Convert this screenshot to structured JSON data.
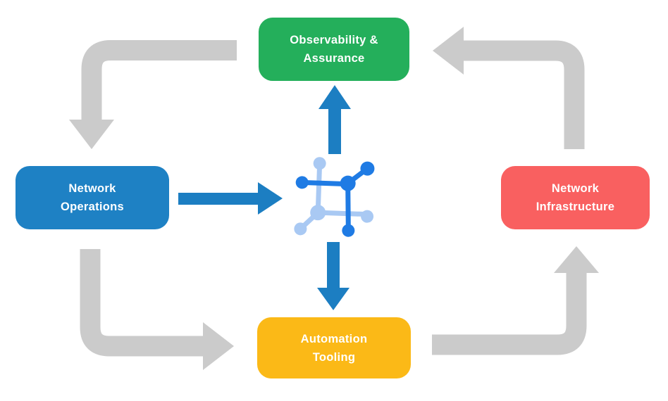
{
  "diagram": {
    "nodes": [
      {
        "id": "observability-assurance",
        "label": "Observability &\nAssurance",
        "color": "#24AF5B"
      },
      {
        "id": "network-operations",
        "label": "Network\nOperations",
        "color": "#1E81C4"
      },
      {
        "id": "network-infrastructure",
        "label": "Network\nInfrastructure",
        "color": "#F96060"
      },
      {
        "id": "automation-tooling",
        "label": "Automation\nTooling",
        "color": "#FBB917"
      }
    ],
    "center_icon": {
      "name": "network-mesh-icon",
      "primary_color": "#1F7BE4",
      "secondary_color": "#A9C9F3"
    },
    "edges": [
      {
        "from": "observability-assurance",
        "to": "network-operations",
        "style": "gray-elbow"
      },
      {
        "from": "network-operations",
        "to": "automation-tooling",
        "style": "gray-elbow"
      },
      {
        "from": "automation-tooling",
        "to": "network-infrastructure",
        "style": "gray-elbow"
      },
      {
        "from": "network-infrastructure",
        "to": "observability-assurance",
        "style": "gray-elbow"
      },
      {
        "from": "network-operations",
        "to": "center-icon",
        "style": "blue-straight"
      },
      {
        "from": "center-icon",
        "to": "observability-assurance",
        "style": "blue-straight"
      },
      {
        "from": "center-icon",
        "to": "automation-tooling",
        "style": "blue-straight"
      }
    ],
    "colors": {
      "background": "#FFFFFF",
      "text": "#FFFFFF",
      "green": "#24AF5B",
      "blue": "#1E81C4",
      "red": "#F96060",
      "yellow": "#FBB917",
      "arrow_gray": "#CBCBCB",
      "arrow_blue": "#1C7EC2",
      "icon_blue": "#1F7BE4",
      "icon_light_blue": "#A9C9F3"
    }
  }
}
